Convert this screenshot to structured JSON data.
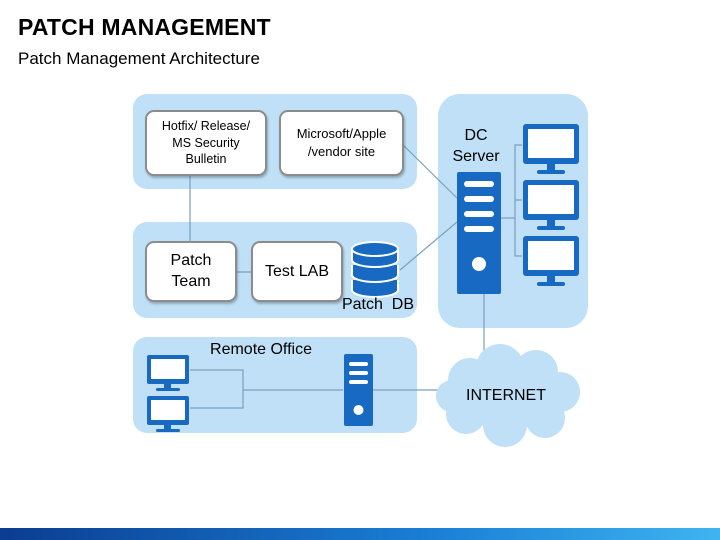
{
  "title": "PATCH MANAGEMENT",
  "subtitle": "Patch Management Architecture",
  "nodes": {
    "hotfix": "Hotfix/ Release/\nMS Security\nBulletin",
    "vendor": "Microsoft/Apple\n/vendor site",
    "patch_team": "Patch\nTeam",
    "test_lab": "Test LAB",
    "patch_db": "Patch  DB",
    "dc_server": "DC\nServer",
    "remote_office": "Remote Office",
    "internet": "INTERNET"
  },
  "colors": {
    "panel": "#bfe0f6",
    "icon": "#1769c2",
    "line": "#7a9fbf",
    "box_border": "#8c8c8c"
  },
  "icons": [
    "monitor-icon",
    "server-icon",
    "database-icon",
    "cloud-icon"
  ]
}
